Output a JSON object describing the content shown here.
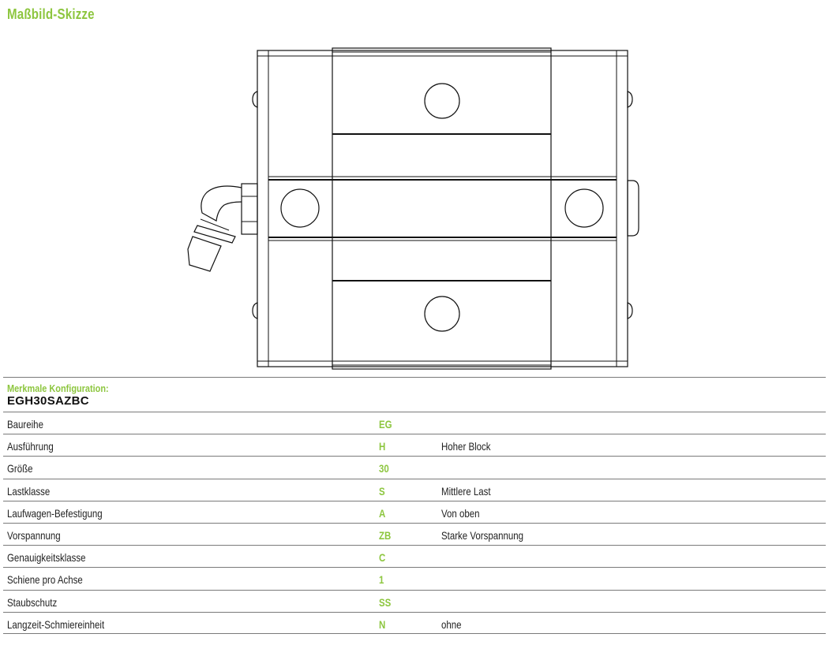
{
  "header": {
    "title": "Maßbild-Skizze"
  },
  "config": {
    "label": "Merkmale Konfiguration:",
    "code": "EGH30SAZBC",
    "rows": [
      {
        "name": "Baureihe",
        "code": "EG",
        "desc": ""
      },
      {
        "name": "Ausführung",
        "code": "H",
        "desc": "Hoher Block"
      },
      {
        "name": "Größe",
        "code": "30",
        "desc": ""
      },
      {
        "name": "Lastklasse",
        "code": "S",
        "desc": "Mittlere Last"
      },
      {
        "name": "Laufwagen-Befestigung",
        "code": "A",
        "desc": "Von oben"
      },
      {
        "name": "Vorspannung",
        "code": "ZB",
        "desc": "Starke Vorspannung"
      },
      {
        "name": "Genauigkeitsklasse",
        "code": "C",
        "desc": ""
      },
      {
        "name": "Schiene pro Achse",
        "code": "1",
        "desc": ""
      },
      {
        "name": "Staubschutz",
        "code": "SS",
        "desc": ""
      },
      {
        "name": "Langzeit-Schmiereinheit",
        "code": "N",
        "desc": "ohne"
      }
    ]
  },
  "colors": {
    "accent": "#8dc63f",
    "divider": "#7a7a7a"
  }
}
